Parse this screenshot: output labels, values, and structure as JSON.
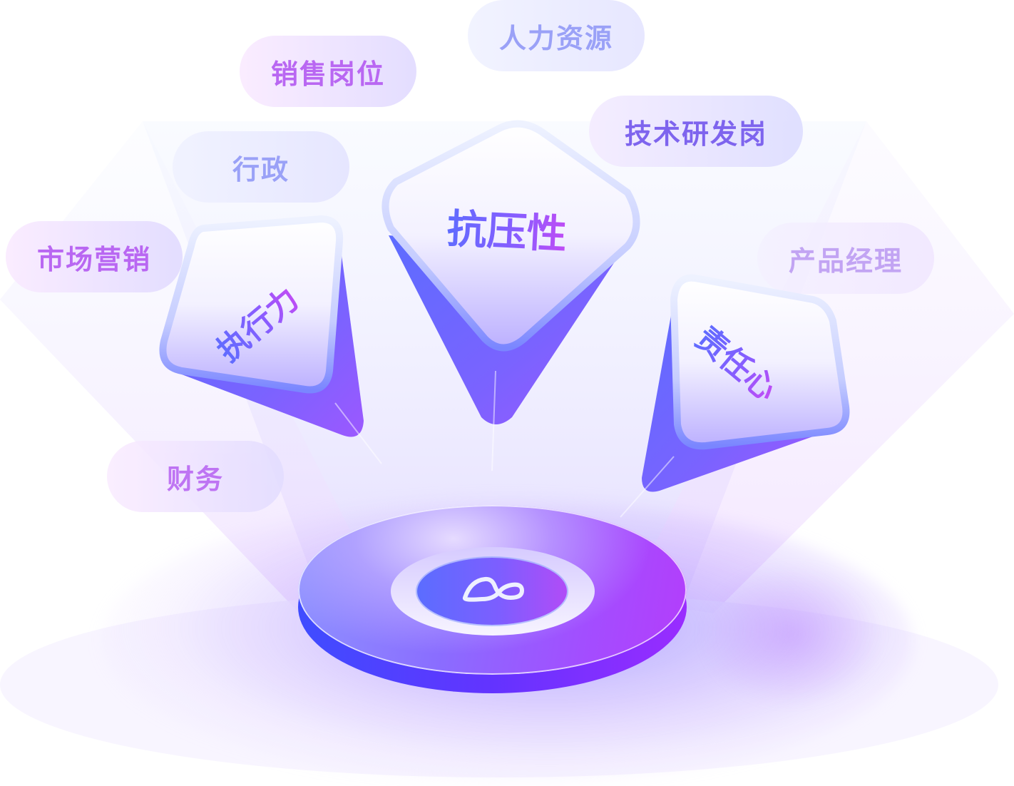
{
  "illustration": {
    "center_platform": {
      "logo_icon": "brand-infinity-logo"
    },
    "traits": [
      {
        "label": "抗压性"
      },
      {
        "label": "执行力"
      },
      {
        "label": "责任心"
      }
    ],
    "roles": [
      {
        "label": "人力资源"
      },
      {
        "label": "销售岗位"
      },
      {
        "label": "技术研发岗"
      },
      {
        "label": "行政"
      },
      {
        "label": "市场营销"
      },
      {
        "label": "产品经理"
      },
      {
        "label": "财务"
      }
    ]
  },
  "colors": {
    "primary_blue": "#5f6cff",
    "primary_purple": "#8a5cff",
    "accent_magenta": "#c04cf5",
    "tag_pink_text": "#b967f2",
    "tag_blue_text": "#9aa1f7",
    "tag_violet_text": "#7e64ee"
  }
}
